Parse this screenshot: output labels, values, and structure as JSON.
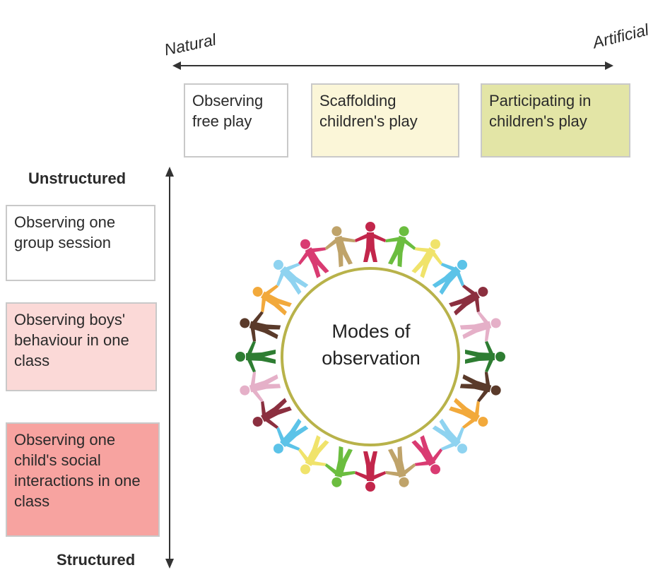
{
  "horizontal_axis": {
    "left_label": "Natural",
    "right_label": "Artificial"
  },
  "vertical_axis": {
    "top_label": "Unstructured",
    "bottom_label": "Structured"
  },
  "top_boxes": [
    {
      "text": "Observing free play",
      "color": "#ffffff"
    },
    {
      "text": "Scaffolding children's play",
      "color": "#fbf6d8"
    },
    {
      "text": "Participating in children's play",
      "color": "#e3e5a6"
    }
  ],
  "side_boxes": [
    {
      "text": "Observing one group session",
      "color": "#ffffff"
    },
    {
      "text": "Observing boys' behaviour in one class",
      "color": "#fbd9d7"
    },
    {
      "text": "Observing one child's social interactions in one class",
      "color": "#f7a3a0"
    }
  ],
  "center": {
    "text": "Modes of observation"
  },
  "figure_colors": [
    "#c2264b",
    "#6bbd3f",
    "#f0e36b",
    "#5cc3e8",
    "#8b2f3f",
    "#e5b0c8",
    "#2e7d32",
    "#5a3a2a",
    "#f2a93b",
    "#8fd3f0",
    "#d93b72",
    "#bfa36a"
  ]
}
